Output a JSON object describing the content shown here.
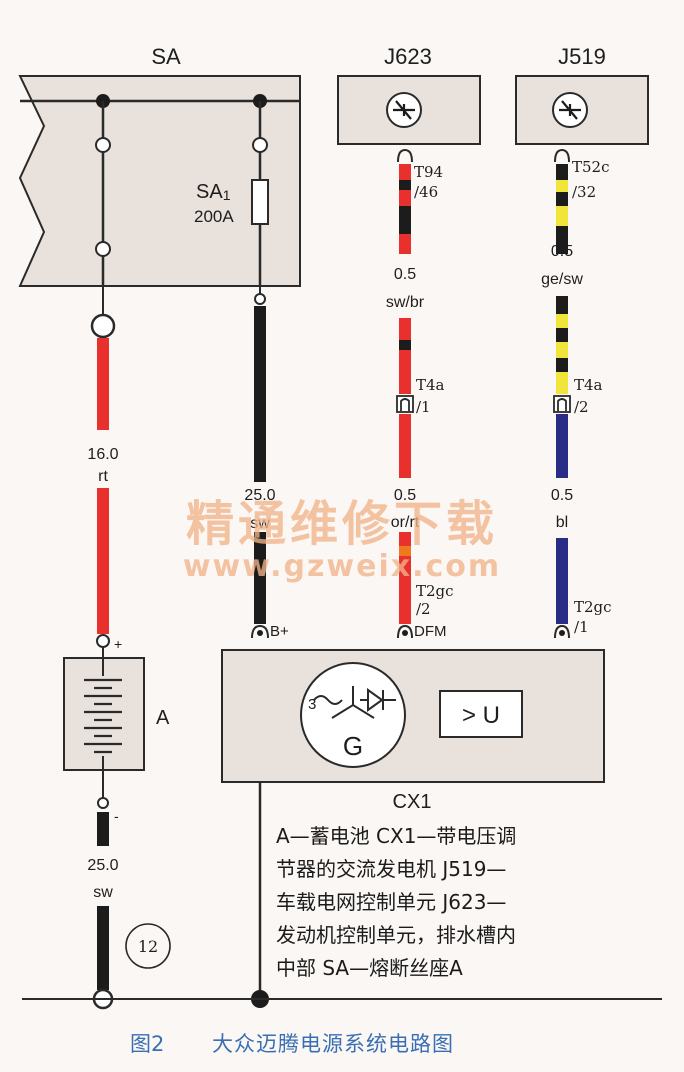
{
  "labels": {
    "sa": "SA",
    "j623": "J623",
    "j519": "J519",
    "sa1_name": "SA",
    "sa1_sub": "1",
    "sa1_rating": "200A",
    "battery": "A",
    "alternator": "CX1",
    "gen_symbol": "G",
    "phase_count": "3",
    "regulator": "> U",
    "pin_bplus": "B+",
    "pin_dfm": "DFM",
    "pin_l": "1",
    "plus": "+",
    "minus": "-",
    "ground_point": "12"
  },
  "connectors": {
    "t94_name": "T94",
    "t94_pin": "/46",
    "t52c_name": "T52c",
    "t52c_pin": "/32",
    "t4a_name_left": "T4a",
    "t4a_pin_left": "/1",
    "t4a_name_right": "T4a",
    "t4a_pin_right": "/2",
    "t2gc_name_left": "T2gc",
    "t2gc_pin_left": "/2",
    "t2gc_name_right": "T2gc",
    "t2gc_pin_right": "/"
  },
  "wires": {
    "w1_size": "16.0",
    "w1_color": "rt",
    "w2_size": "25.0",
    "w2_color": "sw",
    "w3_size": "0.5",
    "w3_color": "sw/br",
    "w4_size": "0.5",
    "w4_color": "ge/sw",
    "w5_size": "0.5",
    "w5_color": "or/rt",
    "w6_size": "0.5",
    "w6_color": "bl",
    "w7_size": "25.0",
    "w7_color": "sw"
  },
  "legend": [
    "A—蓄电池  CX1—带电压调",
    "节器的交流发电机  J519—",
    "车载电网控制单元  J623—",
    "发动机控制单元，排水槽内",
    "中部  SA—熔断丝座A"
  ],
  "caption": {
    "fig": "图2",
    "title": "大众迈腾电源系统电路图"
  },
  "watermark": {
    "line1": "精通维修下载",
    "line2": "www.gzweix.com"
  },
  "colors": {
    "red": "#e8312c",
    "black": "#1c1c1c",
    "yellow": "#f1e53a",
    "blue": "#2a2c86",
    "panel": "#e9e1dc",
    "caption": "#3a6fb3"
  }
}
